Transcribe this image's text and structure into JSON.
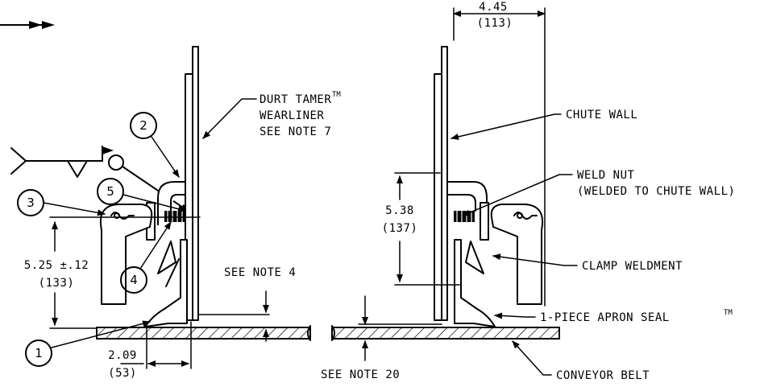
{
  "callouts": {
    "wearliner_line1": "DURT TAMER",
    "wearliner_tm": "TM",
    "wearliner_line2": "WEARLINER",
    "wearliner_line3": "SEE NOTE 7",
    "chute_wall": "CHUTE WALL",
    "weld_nut_line1": "WELD NUT",
    "weld_nut_line2": "(WELDED TO CHUTE WALL)",
    "clamp_weldment": "CLAMP WELDMENT",
    "apron_seal": "1-PIECE APRON SEAL",
    "apron_seal_tm": "TM",
    "conveyor_belt": "CONVEYOR BELT",
    "see_note_4": "SEE NOTE 4",
    "see_note_20": "SEE NOTE 20"
  },
  "dimensions": {
    "top_width": "4.45",
    "top_width_mm": "(113)",
    "left_height": "5.25 ±.12",
    "left_height_mm": "(133)",
    "bottom_width": "2.09",
    "bottom_width_mm": "(53)",
    "right_height": "5.38",
    "right_height_mm": "(137)"
  },
  "balloons": [
    "1",
    "2",
    "3",
    "4",
    "5"
  ]
}
